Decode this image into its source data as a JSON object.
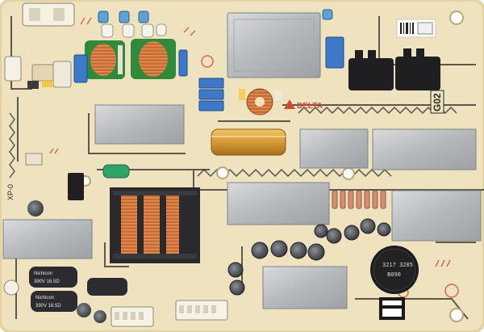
{
  "board": {
    "brand": "DELTA",
    "model_code": "G02",
    "cap_labels": [
      {
        "line1": "Nichicon",
        "line2": "390V 16.5D"
      },
      {
        "line1": "Nichicon",
        "line2": "390V 16.5D"
      }
    ],
    "inductor_label": {
      "line1": "3217 3205",
      "line2": "B090"
    },
    "side_code": "XP-0"
  },
  "colors": {
    "pcb": "#efe3bf",
    "pcb_edge": "#e3d2a3",
    "trace": "#2d2a25",
    "shield": "#b9bcbf",
    "copper": "#c8713a",
    "capacitor": "#2b2b30",
    "relay_blue": "#3e78c8",
    "red_marking": "#d04a36"
  }
}
